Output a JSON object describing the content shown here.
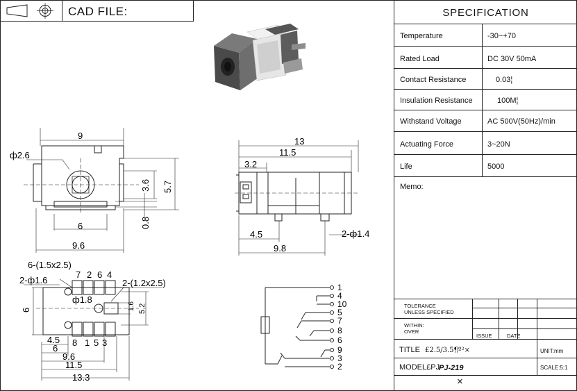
{
  "header": {
    "cad_label": "CAD FILE:"
  },
  "spec": {
    "title": "SPECIFICATION",
    "rows": [
      {
        "key": "Temperature",
        "value": "-30~+70"
      },
      {
        "key": "Rated Load",
        "value": "DC 30V 50mA"
      },
      {
        "key": "Contact Resistance",
        "value": "0.03¦"
      },
      {
        "key": "Insulation Resistance",
        "value": "100M¦"
      },
      {
        "key": "Withstand Voltage",
        "value": "AC 500V(50Hz)/min"
      },
      {
        "key": "Actuating Force",
        "value": "3~20N"
      },
      {
        "key": "Life",
        "value": "5000"
      }
    ],
    "memo": "Memo:"
  },
  "title_block": {
    "tolerance": "TOLERANCE\nUNLESS SPECIFIED",
    "within": "WITHIN:\nOVER",
    "issue": "ISSUE",
    "date": "DATE",
    "title_label": "TITLE",
    "title_value": "£2.5/3.5¶º²×",
    "unit": "UNIT:mm",
    "model_label": "MODEL£PJ-",
    "model_value": "PJ-219",
    "scale": "SCALE:5:1",
    "bottom_mark": "×"
  },
  "front_view": {
    "phi": "ф2.6",
    "dim_width": "9",
    "dim_36": "3.6",
    "dim_57": "5.7",
    "dim_08": "0.8",
    "dim_6": "6",
    "dim_96": "9.6"
  },
  "side_view": {
    "dim_13": "13",
    "dim_115": "11.5",
    "dim_32": "3.2",
    "dim_45": "4.5",
    "dim_98": "9.8",
    "phi14": "2-ф1.4"
  },
  "footprint": {
    "pads6": "6-(1.5x2.5)",
    "pads2": "2-(1.2x2.5)",
    "hole16": "2-ф1.6",
    "hole18": "ф1.8",
    "top_pins": [
      "7",
      "2",
      "6",
      "4"
    ],
    "bottom_pins": [
      "8",
      "1",
      "5",
      "3"
    ],
    "dim_6": "6",
    "dim_16": "1.6",
    "dim_52": "5.2",
    "dim_45": "4.5",
    "dim_6b": "6",
    "dim_96": "9.6",
    "dim_115": "11.5",
    "dim_133": "13.3"
  },
  "schematic": {
    "pins": [
      "1",
      "4",
      "10",
      "5",
      "7",
      "8",
      "6",
      "9",
      "3",
      "2"
    ]
  }
}
